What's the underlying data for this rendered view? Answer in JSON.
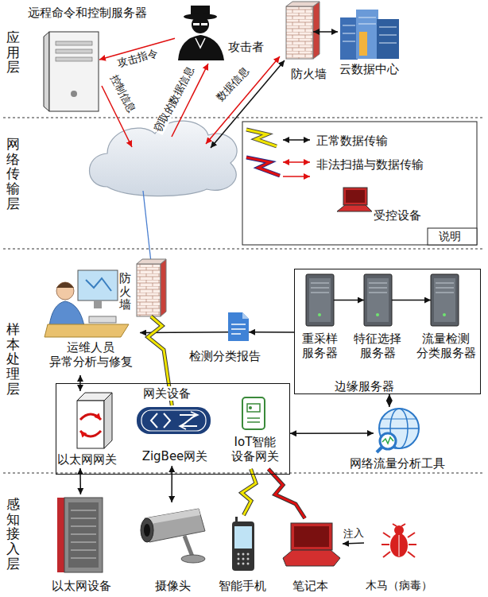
{
  "diagram": {
    "nodes": [
      {
        "text": [
          "远程命令和控制服务器"
        ]
      },
      {
        "text": [
          "攻击者"
        ]
      },
      {
        "text": [
          "防火墙"
        ]
      },
      {
        "text": [
          "云数据中心"
        ]
      },
      {
        "text": [
          "防火墙"
        ]
      },
      {
        "text": [
          "运维人员 异常分析与修复"
        ]
      },
      {
        "text": [
          "检测分类报告"
        ]
      },
      {
        "text": [
          "边缘服务器"
        ]
      },
      {
        "text": [
          "重采样 服务器"
        ],
        "in": 7
      },
      {
        "text": [
          "特征选择 服务器"
        ],
        "in": 7
      },
      {
        "text": [
          "流量检测 分类服务器"
        ],
        "in": 7
      },
      {
        "text": [
          "网关设备"
        ]
      },
      {
        "text": [
          "以太网网关"
        ],
        "in": 11
      },
      {
        "text": [
          "ZigBee网关"
        ],
        "in": 11
      },
      {
        "text": [
          "IoT智能 设备网关"
        ],
        "in": 11
      },
      {
        "text": [
          "网络流量分析工具"
        ]
      },
      {
        "text": [
          "以太网设备"
        ]
      },
      {
        "text": [
          "摄像头"
        ]
      },
      {
        "text": [
          "智能手机"
        ]
      },
      {
        "text": [
          "笔记本"
        ]
      },
      {
        "text": [
          "木马（病毒）"
        ]
      }
    ],
    "edges": [
      {
        "from": 1,
        "to": 0,
        "arrow": "to",
        "label": "攻击指令"
      },
      {
        "from": 2,
        "to": 3,
        "arrow": "both"
      },
      {
        "from": 7,
        "to": 6,
        "arrow": "to"
      },
      {
        "from": 6,
        "to": 5,
        "arrow": "to"
      },
      {
        "from": 8,
        "to": 9,
        "arrow": "to"
      },
      {
        "from": 9,
        "to": 10,
        "arrow": "to"
      },
      {
        "from": 7,
        "to": 15,
        "arrow": "both"
      },
      {
        "from": 11,
        "to": 15,
        "arrow": "both"
      },
      {
        "from": 5,
        "to": 12,
        "arrow": "both"
      },
      {
        "from": 12,
        "to": 16,
        "arrow": "both"
      },
      {
        "from": 13,
        "to": 17,
        "arrow": "both"
      },
      {
        "from": 4,
        "to": 13,
        "arrow": "none"
      },
      {
        "from": 14,
        "to": 18,
        "arrow": "none"
      },
      {
        "from": 14,
        "to": 19,
        "arrow": "none"
      },
      {
        "from": 20,
        "to": 19,
        "arrow": "to",
        "label": "注入"
      }
    ],
    "labels": [
      "应用层",
      "控制信息",
      "窃取的数据信息",
      "数据信息",
      "网络传输层",
      "说明",
      "样本处理层",
      "感知接入层"
    ],
    "legend": [
      {
        "text": "正常数据传输"
      },
      {
        "text": "非法扫描与数据传输"
      },
      {
        "text": "受控设备"
      }
    ]
  }
}
